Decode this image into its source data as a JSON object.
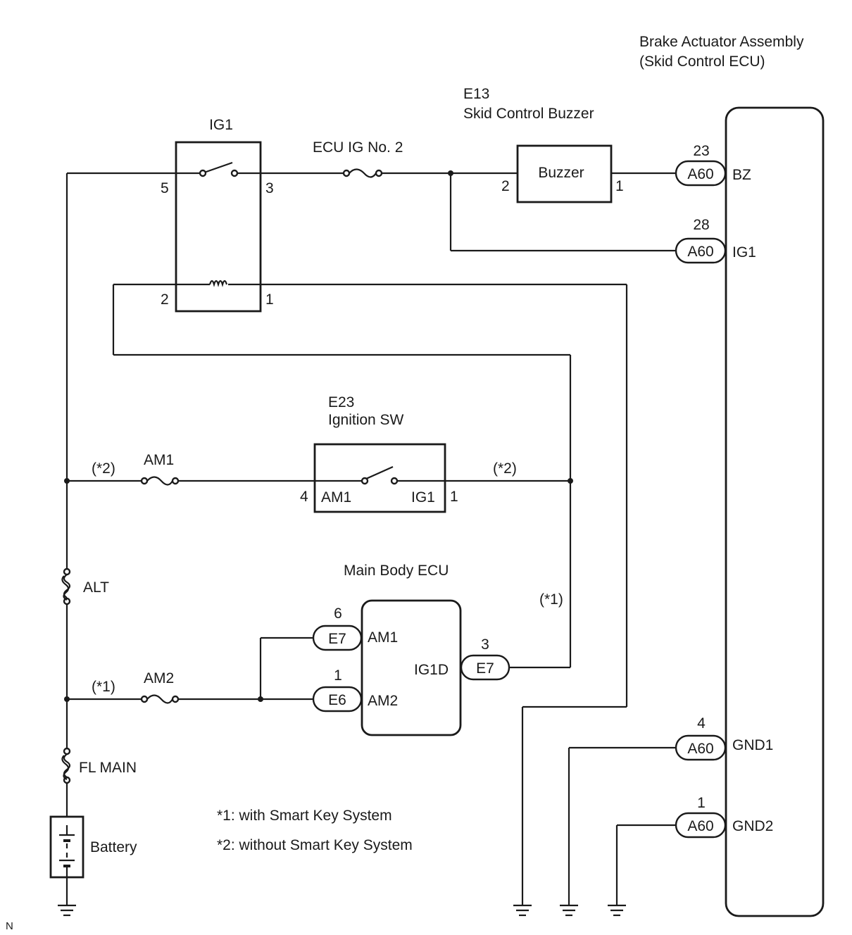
{
  "brake_actuator": {
    "title_line1": "Brake Actuator Assembly",
    "title_line2": "(Skid Control ECU)",
    "pins": [
      {
        "num": "23",
        "connector": "A60",
        "signal": "BZ"
      },
      {
        "num": "28",
        "connector": "A60",
        "signal": "IG1"
      },
      {
        "num": "4",
        "connector": "A60",
        "signal": "GND1"
      },
      {
        "num": "1",
        "connector": "A60",
        "signal": "GND2"
      }
    ]
  },
  "buzzer": {
    "code": "E13",
    "name": "Skid Control Buzzer",
    "label": "Buzzer",
    "pin_left": "2",
    "pin_right": "1"
  },
  "relay": {
    "name": "IG1",
    "pin_5": "5",
    "pin_3": "3",
    "pin_2": "2",
    "pin_1": "1"
  },
  "fuse_ecu_ig": "ECU IG No. 2",
  "ignition_sw": {
    "code": "E23",
    "name": "Ignition SW",
    "pin_left": "4",
    "pin_right": "1",
    "term_left": "AM1",
    "term_right": "IG1"
  },
  "am1_fuse": {
    "label": "AM1",
    "note": "(*2)"
  },
  "am2_fuse": {
    "label": "AM2",
    "note": "(*1)"
  },
  "right_note_top": "(*2)",
  "right_note_bottom": "(*1)",
  "alt_fuse": "ALT",
  "fl_main_fuse": "FL MAIN",
  "battery": "Battery",
  "main_body_ecu": {
    "title": "Main Body ECU",
    "am1": {
      "num": "6",
      "connector": "E7",
      "signal": "AM1"
    },
    "am2": {
      "num": "1",
      "connector": "E6",
      "signal": "AM2"
    },
    "ig1d": {
      "num": "3",
      "connector": "E7",
      "signal": "IG1D"
    }
  },
  "notes": [
    "*1: with Smart Key System",
    "*2: without Smart Key System"
  ],
  "corner_mark": "N"
}
